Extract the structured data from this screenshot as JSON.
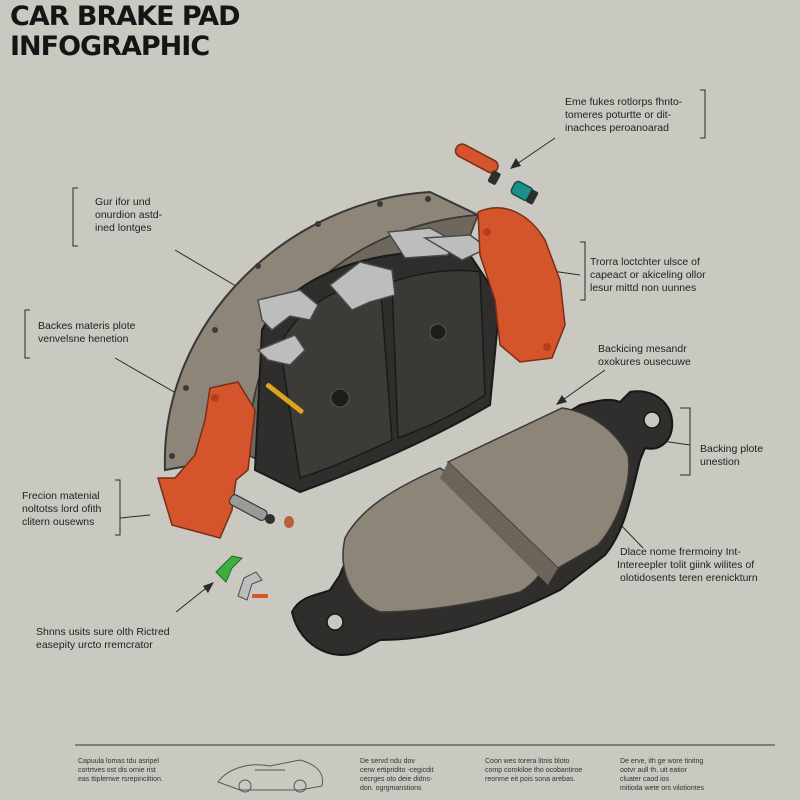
{
  "title": [
    "CAR BRAKE PAD",
    "INFOGRAPHIC"
  ],
  "annotations": [
    {
      "lines": [
        "Eme fukes rotlorps fhnto-",
        "tomeres poturtte or dit-",
        "inachces peroanoarad"
      ]
    },
    {
      "lines": [
        "Gur ifor und",
        "onurdion astd-",
        "ined lontges"
      ]
    },
    {
      "lines": [
        "Trorra loctchter ulsce of",
        "capeact or akiceling ollor",
        "lesur mittd non uunnes"
      ]
    },
    {
      "lines": [
        "Backes materis plote",
        "venvelsne henetion"
      ]
    },
    {
      "lines": [
        "Backicing mesandr",
        "oxokures ousecuwe"
      ]
    },
    {
      "lines": [
        "Backing plote",
        "unestion"
      ]
    },
    {
      "lines": [
        "Frecion matenial",
        "noltotss lord ofith",
        "clitern ousewns"
      ]
    },
    {
      "lines": [
        "Dlace nome frermoiny Int-",
        "Intereepler tolit giink wilites of",
        "olotidosents teren erenickturn"
      ]
    },
    {
      "lines": [
        "Shnns usits sure olth Rictred",
        "easepity urcto rremcrator"
      ]
    }
  ],
  "footer": [
    {
      "lines": [
        "Capuula lomas tdu asripel",
        "cortrtves ost dis ornie rist",
        "eas ttiplerrwe rsrepinciltion."
      ]
    },
    {
      "lines": [
        "De servd ndu dov",
        "cerw ertipridito -cegicdit",
        "cecrges oto deie didns-",
        "don. ogrgmanstions"
      ]
    },
    {
      "lines": [
        "Coon wes torera litnis bloto",
        "comp corokiloe tho ocobantiroe",
        "reonme eit pois sona arebas."
      ]
    },
    {
      "lines": [
        "De erve, ith ge wore tinitng",
        "ootvr aull th. uit eatior",
        "cluater caod ios",
        "mitioda wete ors vilotiontes"
      ]
    }
  ],
  "colors": {
    "background": "#c9c8c1",
    "caliper": "#d4552c",
    "friction": "#8c8578",
    "backing": "#2f2e2c",
    "metal": "#bdbdbd",
    "teal": "#1c8f8b",
    "green": "#3fae3f"
  }
}
